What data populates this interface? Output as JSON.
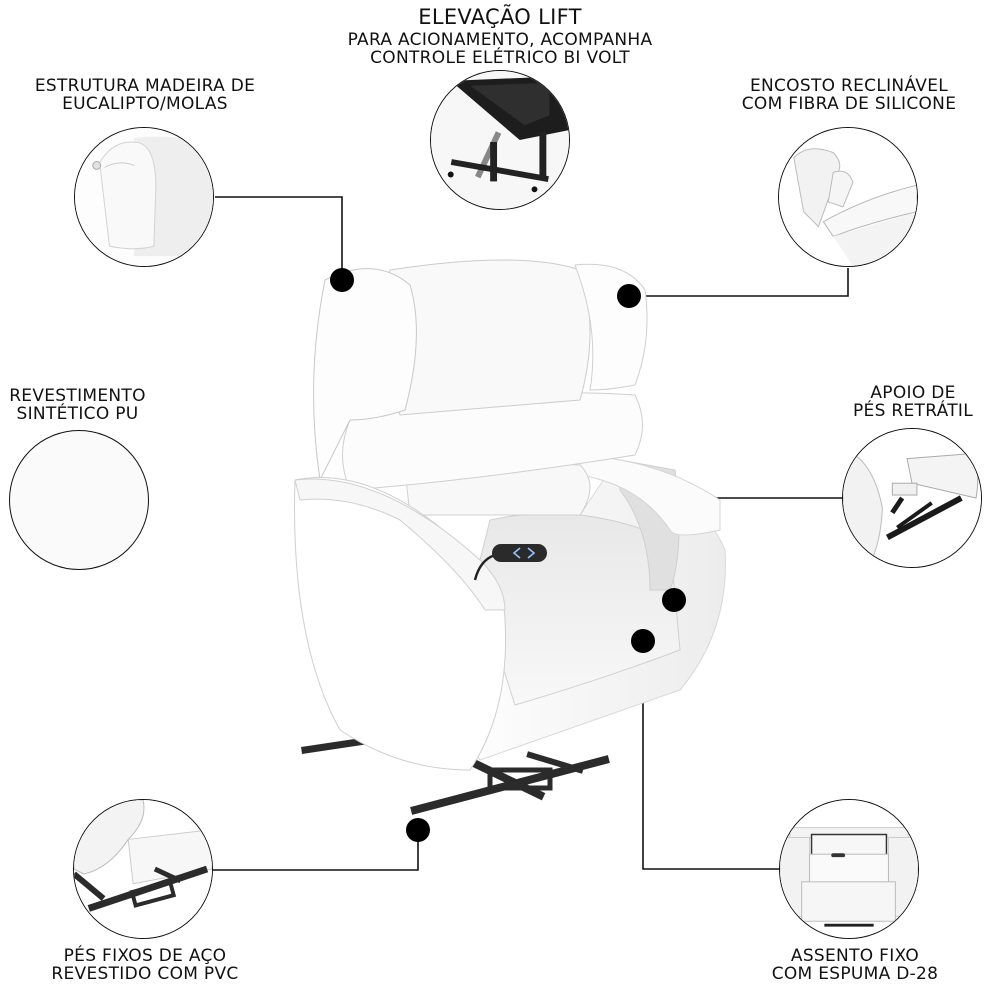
{
  "header": {
    "title": "Elevação Lift",
    "subtitle_line1": "Para acionamento, acompanha",
    "subtitle_line2": "controle elétrico bi volt"
  },
  "features": {
    "estrutura": {
      "line1": "Estrutura madeira de",
      "line2": "eucalipto/molas",
      "icon": "headrest-detail-image"
    },
    "encosto": {
      "line1": "Encosto reclinável",
      "line2": "com fibra de silicone",
      "icon": "reclining-back-image"
    },
    "revestimento": {
      "line1": "Revestimento",
      "line2": "sintético PU",
      "swatch_color": "#fafafa"
    },
    "apoio": {
      "line1": "Apoio de",
      "line2": "pés retrátil",
      "icon": "footrest-mechanism-image"
    },
    "pes": {
      "line1": "Pés fixos de aço",
      "line2": "revestido com PVC",
      "icon": "steel-base-image"
    },
    "assento": {
      "line1": "Assento fixo",
      "line2": "com espuma D-28",
      "icon": "seat-front-image"
    },
    "lift": {
      "icon": "lift-mechanism-image"
    }
  },
  "colors": {
    "line": "#111111",
    "dot": "#000000",
    "upholstery": "#f4f4f4",
    "frame": "#2b2b2b",
    "remote_led": "#8fc3ff"
  },
  "product": {
    "name": "lift-recliner-chair",
    "remote_icon": "up-down-arrows-icon"
  }
}
